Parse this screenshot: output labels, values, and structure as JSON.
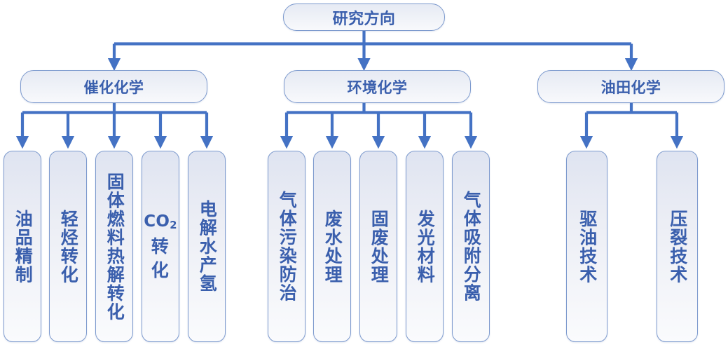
{
  "title": "研究方向",
  "colors": {
    "text_blue": "#3a5fad",
    "border_blue": "#7d9ace",
    "connector_blue": "#4472c4",
    "box_fill_top": "#e4e8f3",
    "box_fill_bottom": "#f7f8fb",
    "background": "#ffffff"
  },
  "root": {
    "label": "研究方向"
  },
  "branches": [
    {
      "label": "催化化学",
      "leaves": [
        {
          "label": "油品精制"
        },
        {
          "label": "轻烃转化"
        },
        {
          "label": "固体燃料热解转化"
        },
        {
          "label": "CO2 转化",
          "formula": "CO",
          "formula_sub": "2",
          "stack": [
            "转",
            "化"
          ]
        },
        {
          "label": "电解水产氢"
        }
      ]
    },
    {
      "label": "环境化学",
      "leaves": [
        {
          "label": "气体污染防治"
        },
        {
          "label": "废水处理"
        },
        {
          "label": "固废处理"
        },
        {
          "label": "发光材料"
        },
        {
          "label": "气体吸附分离"
        }
      ]
    },
    {
      "label": "油田化学",
      "leaves": [
        {
          "label": "驱油技术"
        },
        {
          "label": "压裂技术"
        }
      ]
    }
  ]
}
